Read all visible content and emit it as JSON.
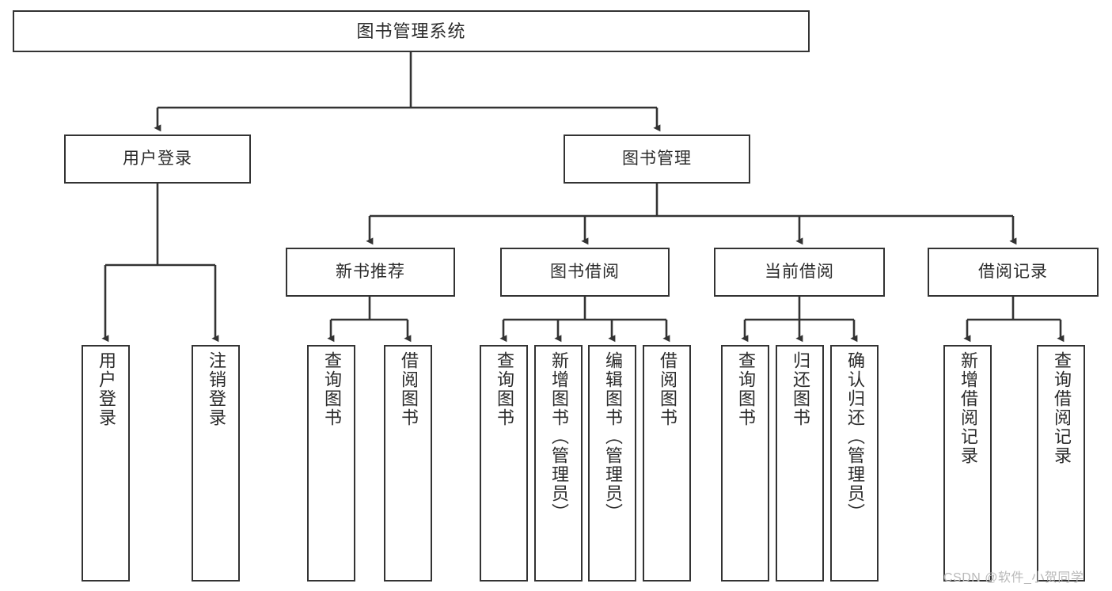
{
  "diagram": {
    "title": "图书管理系统",
    "type": "tree",
    "orientation": "top-down",
    "colors": {
      "background": "#ffffff",
      "node_fill": "#ffffff",
      "node_border": "#333333",
      "edge": "#333333",
      "text": "#2b2b2b",
      "watermark": "#b9b9b9"
    },
    "root": {
      "label": "图书管理系统"
    },
    "level1": [
      {
        "label": "用户登录"
      },
      {
        "label": "图书管理"
      }
    ],
    "level2": [
      {
        "label": "新书推荐"
      },
      {
        "label": "图书借阅"
      },
      {
        "label": "当前借阅"
      },
      {
        "label": "借阅记录"
      }
    ],
    "leaves": {
      "user_login": [
        {
          "label": "用户登录"
        },
        {
          "label": "注销登录"
        }
      ],
      "new_book_recommend": [
        {
          "label": "查询图书"
        },
        {
          "label": "借阅图书"
        }
      ],
      "book_borrow": [
        {
          "label": "查询图书"
        },
        {
          "label": "新增图书（管理员）"
        },
        {
          "label": "编辑图书（管理员）"
        },
        {
          "label": "借阅图书"
        }
      ],
      "current_borrow": [
        {
          "label": "查询图书"
        },
        {
          "label": "归还图书"
        },
        {
          "label": "确认归还（管理员）"
        }
      ],
      "borrow_records": [
        {
          "label": "新增借阅记录"
        },
        {
          "label": "查询借阅记录"
        }
      ]
    }
  },
  "watermark": {
    "text": "CSDN @软件_小贺同学"
  }
}
